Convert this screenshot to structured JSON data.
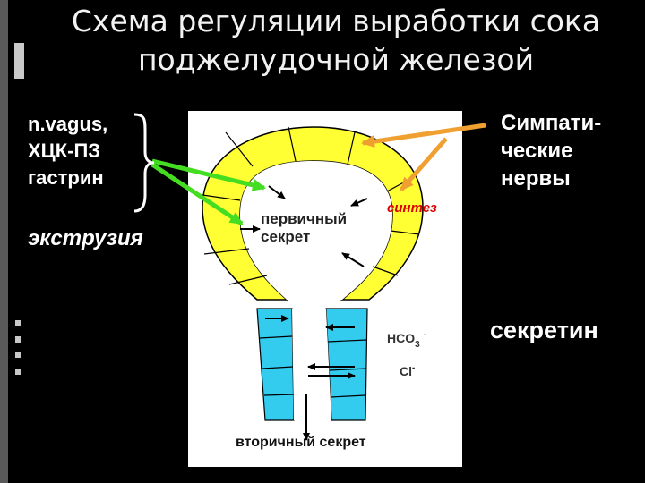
{
  "title": "Схема регуляции выработки сока\nподжелудочной железой",
  "left_stimuli": [
    "n.vagus,",
    "ХЦК-ПЗ",
    "гастрин"
  ],
  "extrusion_label": "экструзия",
  "sympathetic_label": [
    "Симпати-",
    "ческие",
    "нервы"
  ],
  "secretin_label": "секретин",
  "diagram": {
    "primary_secretion": [
      "первичный",
      "секрет"
    ],
    "synthesis": "синтез",
    "bicarbonate": "HCO",
    "bicarbonate_sub": "3",
    "bicarbonate_sup": "-",
    "chloride": "Cl",
    "chloride_sup": "-",
    "secondary_secretion": "вторичный секрет"
  },
  "colors": {
    "acinus": "#ffff33",
    "duct": "#33ccee",
    "stimulus_arrow": "#44dd22",
    "inhibitory_arrow": "#f0a030",
    "synthesis_text": "#dd0000"
  }
}
